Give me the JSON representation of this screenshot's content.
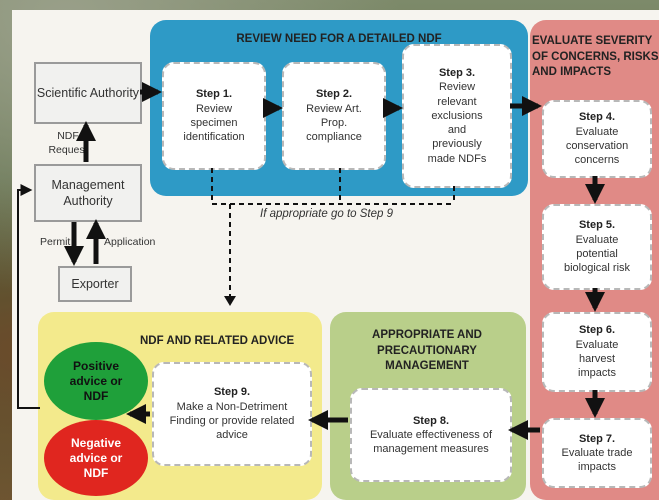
{
  "actors": {
    "scientific_authority": "Scientific Authority",
    "management_authority": "Management Authority",
    "exporter": "Exporter",
    "ndf_request": "NDF Request",
    "permit": "Permit",
    "application": "Application"
  },
  "review_panel": {
    "title": "REVIEW NEED FOR A DETAILED NDF",
    "color": "#2e9ac6",
    "step1": {
      "label": "Step 1.",
      "text": "Review specimen identification"
    },
    "step2": {
      "label": "Step 2.",
      "text": "Review Art. Prop. compliance"
    },
    "step3": {
      "label": "Step 3.",
      "text": "Review relevant exclusions and previously made NDFs"
    },
    "goto_note": "If appropriate go to Step 9"
  },
  "severity_panel": {
    "title": "EVALUATE SEVERITY OF CONCERNS, RISKS AND IMPACTS",
    "color": "#e08a86",
    "step4": {
      "label": "Step 4.",
      "text": "Evaluate conservation concerns"
    },
    "step5": {
      "label": "Step 5.",
      "text": "Evaluate potential biological risk"
    },
    "step6": {
      "label": "Step 6.",
      "text": "Evaluate harvest impacts"
    },
    "step7": {
      "label": "Step 7.",
      "text": "Evaluate trade impacts"
    }
  },
  "management_panel": {
    "title": "APPROPRIATE AND PRECAUTIONARY MANAGEMENT",
    "color": "#b9cf8a",
    "step8": {
      "label": "Step 8.",
      "text": "Evaluate effectiveness of management measures"
    }
  },
  "advice_panel": {
    "title": "NDF AND RELATED ADVICE",
    "color": "#f3ea8c",
    "step9": {
      "label": "Step 9.",
      "text": "Make a Non-Detriment Finding or provide related advice"
    },
    "positive": "Positive advice or NDF",
    "negative": "Negative advice or NDF",
    "positive_color": "#1fa03a",
    "negative_color": "#e0261f"
  }
}
